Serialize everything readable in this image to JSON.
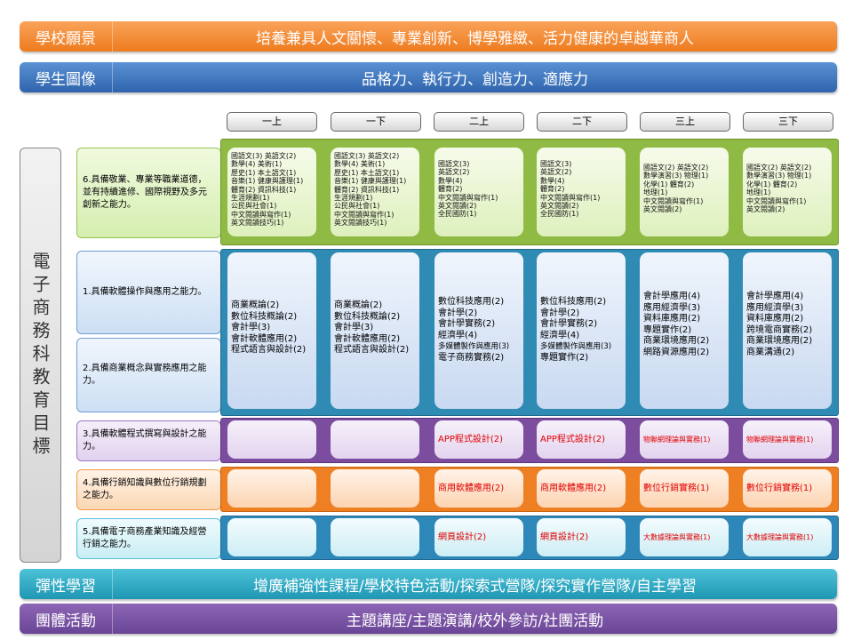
{
  "vision": {
    "label": "學校願景",
    "text": "培養兼具人文關懷、專業創新、博學雅緻、活力健康的卓越華商人"
  },
  "portrait": {
    "label": "學生圖像",
    "text": "品格力、執行力、創造力、適應力"
  },
  "semesters": [
    "一上",
    "一下",
    "二上",
    "二下",
    "三上",
    "三下"
  ],
  "goal_column": "電子商務科教育目標",
  "abilities": [
    "6.具備敬業、專業等職業道德，並有持續進修、國際視野及多元創新之能力。",
    "1.具備軟體操作與應用之能力。",
    "2.具備商業概念與實務應用之能力。",
    "3.具備軟體程式撰寫與設計之能力。",
    "4.具備行銷知識與數位行銷規劃之能力。",
    "5.具備電子商務產業知識及經營行銷之能力。"
  ],
  "general_courses": [
    [
      "國語文(3) 英語文(2)",
      "數學(4)    美術(1)",
      "歷史(1)    本土語文(1)",
      "音樂(1)    健康與護理(1)",
      "體育(2)    資訊科技(1)",
      "生涯規劃(1)",
      "公民與社會(1)",
      "中文閱讀與寫作(1)",
      "英文閱讀技巧(1)"
    ],
    [
      "國語文(3) 英語文(2)",
      "數學(4)    美術(1)",
      "歷史(1)    本土語文(1)",
      "音樂(1)    健康與護理(1)",
      "體育(2)    資訊科技(1)",
      "生涯規劃(1)",
      "公民與社會(1)",
      "中文閱讀與寫作(1)",
      "英文閱讀技巧(1)"
    ],
    [
      "國語文(3)",
      "英語文(2)",
      "數學(4)",
      "體育(2)",
      "中文閱讀與寫作(1)",
      "英文閱讀(2)",
      "全民國防(1)"
    ],
    [
      "國語文(3)",
      "英語文(2)",
      "數學(4)",
      "體育(2)",
      "中文閱讀與寫作(1)",
      "英文閱讀(2)",
      "全民國防(1)"
    ],
    [
      "國語文(2)  英語文(2)",
      "數學演習(3) 物理(1)",
      "化學(1)    體育(2)",
      "地理(1)",
      "中文閱讀與寫作(1)",
      "英文閱讀(2)"
    ],
    [
      "國語文(2)  英語文(2)",
      "數學演習(3) 物理(1)",
      "化學(1)    體育(2)",
      "地理(1)",
      "中文閱讀與寫作(1)",
      "英文閱讀(2)"
    ]
  ],
  "professional_courses": [
    [
      "商業概論(2)",
      "數位科技概論(2)",
      "會計學(3)",
      "會計軟體應用(2)",
      "程式語言與設計(2)"
    ],
    [
      "商業概論(2)",
      "數位科技概論(2)",
      "會計學(3)",
      "會計軟體應用(2)",
      "程式語言與設計(2)"
    ],
    [
      "數位科技應用(2)",
      "會計學(2)",
      "會計學實務(2)",
      "經濟學(4)",
      "多媒體製作與應用(3)",
      "電子商務實務(2)"
    ],
    [
      "數位科技應用(2)",
      "會計學(2)",
      "會計學實務(2)",
      "經濟學(4)",
      "多媒體製作與應用(3)",
      "專題實作(2)"
    ],
    [
      "會計學應用(4)",
      "應用經濟學(3)",
      "資料庫應用(2)",
      "專題實作(2)",
      "商業環境應用(2)",
      "網路資源應用(2)"
    ],
    [
      "會計學應用(4)",
      "應用經濟學(3)",
      "資料庫應用(2)",
      "跨境電商實務(2)",
      "商業環境應用(2)",
      "商業溝通(2)"
    ]
  ],
  "programming_courses": [
    "",
    "",
    "APP程式設計(2)",
    "APP程式設計(2)",
    "物聯網理論與實務(1)",
    "物聯網理論與實務(1)"
  ],
  "marketing_courses": [
    "",
    "",
    "商用軟體應用(2)",
    "商用軟體應用(2)",
    "數位行銷實務(1)",
    "數位行銷實務(1)"
  ],
  "ecommerce_courses": [
    "",
    "",
    "網頁設計(2)",
    "網頁設計(2)",
    "大數據理論與實務(1)",
    "大數據理論與實務(1)"
  ],
  "flexible": {
    "label": "彈性學習",
    "text": "增廣補強性課程/學校特色活動/探索式營隊/探究實作營隊/自主學習"
  },
  "group": {
    "label": "團體活動",
    "text": "主題講座/主題演講/校外參訪/社團活動"
  }
}
